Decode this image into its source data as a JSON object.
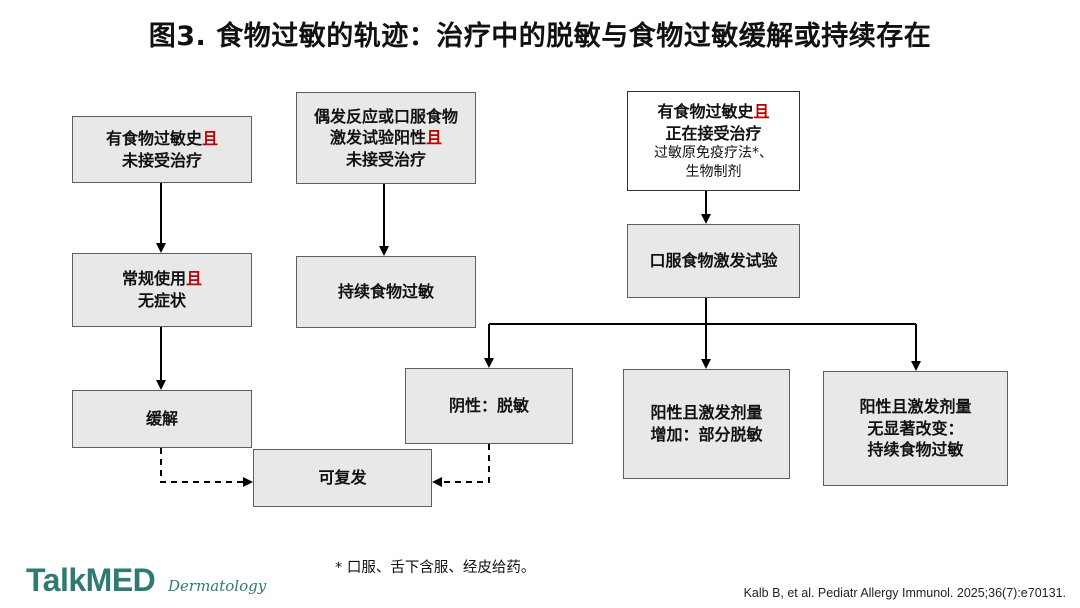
{
  "title": "图3. 食物过敏的轨迹：治疗中的脱敏与食物过敏缓解或持续存在",
  "boxes": {
    "untreated": {
      "line1_pre": "有食物过敏史",
      "line1_hl": "且",
      "line2": "未接受治疗"
    },
    "routine": {
      "line1_pre": "常规使用",
      "line1_hl": "且",
      "line2": "无症状"
    },
    "remission": {
      "label": "缓解"
    },
    "relapse": {
      "label": "可复发"
    },
    "positive": {
      "line1": "偶发反应或口服食物",
      "line2_pre": "激发试验阳性",
      "line2_hl": "且",
      "line3": "未接受治疗"
    },
    "persistent": {
      "label": "持续食物过敏"
    },
    "treated": {
      "line1_pre": "有食物过敏史",
      "line1_hl": "且",
      "line2": "正在接受治疗",
      "line3": "过敏原免疫疗法*、",
      "line4": "生物制剂"
    },
    "ofc": {
      "label": "口服食物激发试验"
    },
    "negative": {
      "label": "阴性：脱敏"
    },
    "partial": {
      "line1": "阳性且激发剂量",
      "line2": "增加：部分脱敏"
    },
    "nochange": {
      "line1": "阳性且激发剂量",
      "line2": "无显著改变：",
      "line3": "持续食物过敏"
    }
  },
  "footnote": "* 口服、舌下含服、经皮给药。",
  "logo": {
    "main": "TalkMED",
    "sub": "Dermatology"
  },
  "citation": "Kalb B, et al. Pediatr Allergy Immunol. 2025;36(7):e70131."
}
